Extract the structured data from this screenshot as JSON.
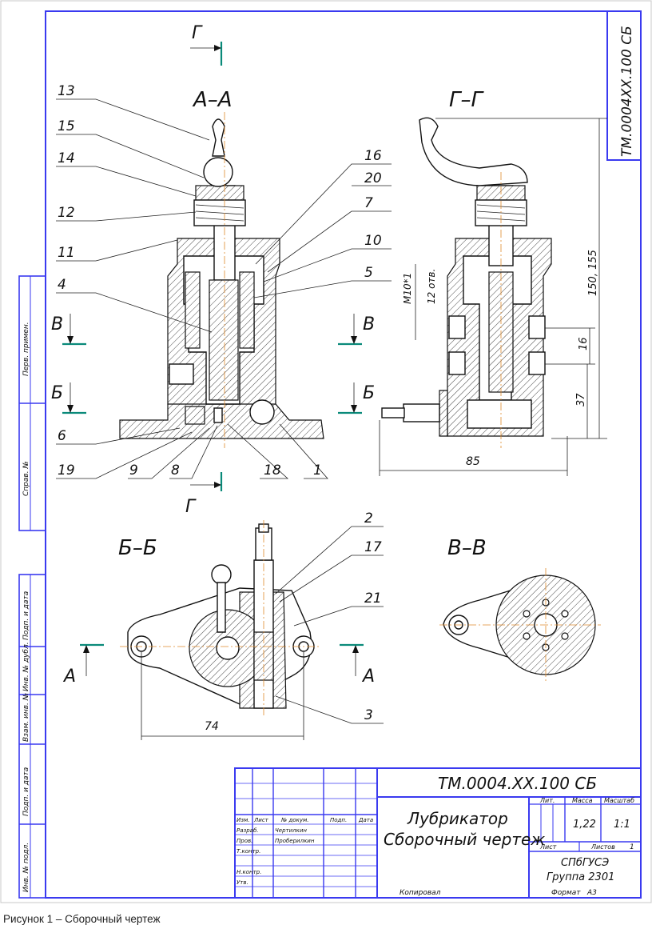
{
  "drawing": {
    "code": "ТМ.0004.XX.100 СБ",
    "code_stamp": "ТМ.0004ХХ.100 СБ",
    "sections": {
      "aa": "А–А",
      "gg": "Г–Г",
      "bb": "Б–Б",
      "vv": "В–В"
    },
    "cut_letters": {
      "g": "Г",
      "b": "Б",
      "v": "В",
      "a": "А"
    },
    "positions": [
      "1",
      "2",
      "3",
      "4",
      "5",
      "6",
      "7",
      "8",
      "9",
      "10",
      "11",
      "12",
      "13",
      "14",
      "15",
      "16",
      "17",
      "18",
      "19",
      "20",
      "21"
    ],
    "dimensions": {
      "d85": "85",
      "d74": "74",
      "d37": "37",
      "d16": "16",
      "d150": "150, 155",
      "thread": "М10*1",
      "holes": "12 отв."
    }
  },
  "title_block": {
    "name_line1": "Лубрикатор",
    "name_line2": "Сборочный чертеж",
    "col_lit": "Лит.",
    "col_mass": "Масса",
    "col_scale": "Масштаб",
    "mass": "1,22",
    "scale": "1:1",
    "sheet": "Лист",
    "sheets": "Листов",
    "sheets_count": "1",
    "org": "СПбГУСЭ",
    "group": "Группа 2301",
    "copied": "Копировал",
    "format": "Формат",
    "format_value": "А3",
    "row_labels": [
      "Изм.",
      "Лист",
      "№ докум.",
      "Подп.",
      "Дата"
    ],
    "roles": [
      "Разраб.",
      "Пров.",
      "Т.контр.",
      "",
      "Н.контр.",
      "Утв."
    ],
    "names": [
      "Чертилкин",
      "Проберилкин"
    ]
  },
  "side_stamp": [
    "Перв. примен.",
    "Справ. №",
    "Подп. и дата",
    "Инв. № дубл.",
    "Взам. инв. №",
    "Подп. и дата",
    "Инв. № подл."
  ],
  "caption": "Рисунок 1 – Сборочный чертеж"
}
